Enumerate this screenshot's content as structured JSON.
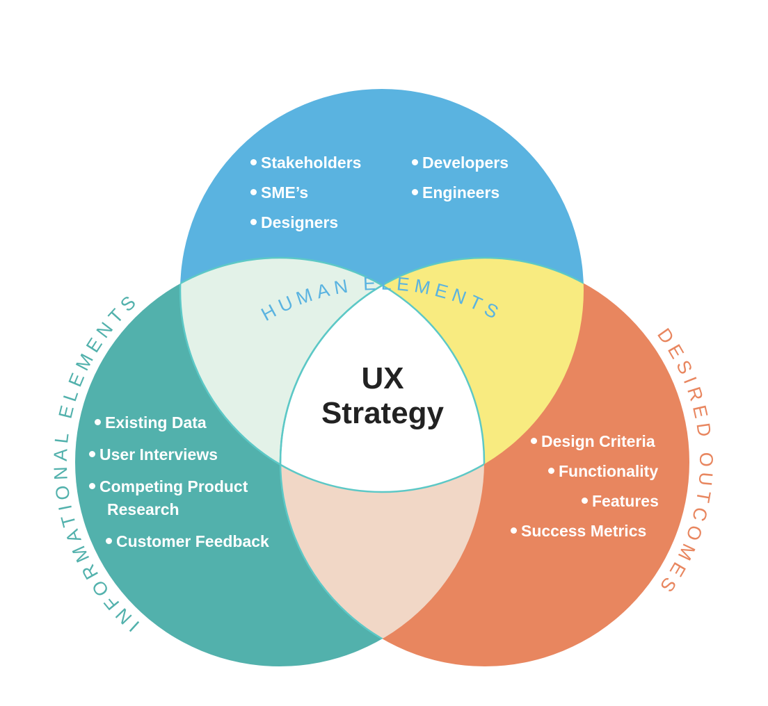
{
  "colors": {
    "human": "#5ab3e0",
    "informational": "#52b1ac",
    "outcomes": "#e8865f",
    "human_informational": "#e3f2e8",
    "human_outcomes": "#f8eb80",
    "informational_outcomes": "#f1d7c6",
    "center": "#ffffff",
    "center_stroke": "#5cc8c6"
  },
  "labels": {
    "human": "HUMAN ELEMENTS",
    "informational": "INFORMATIONAL ELEMENTS",
    "outcomes": "DESIRED OUTCOMES"
  },
  "center": {
    "line1": "UX",
    "line2": "Strategy"
  },
  "human_items": [
    "Stakeholders",
    "SME’s",
    "Designers",
    "Developers",
    "Engineers"
  ],
  "informational_items": [
    "Existing Data",
    "User Interviews",
    "Competing Product",
    "Research",
    "Customer Feedback"
  ],
  "outcome_items": [
    "Design Criteria",
    "Functionality",
    "Features",
    "Success Metrics"
  ]
}
